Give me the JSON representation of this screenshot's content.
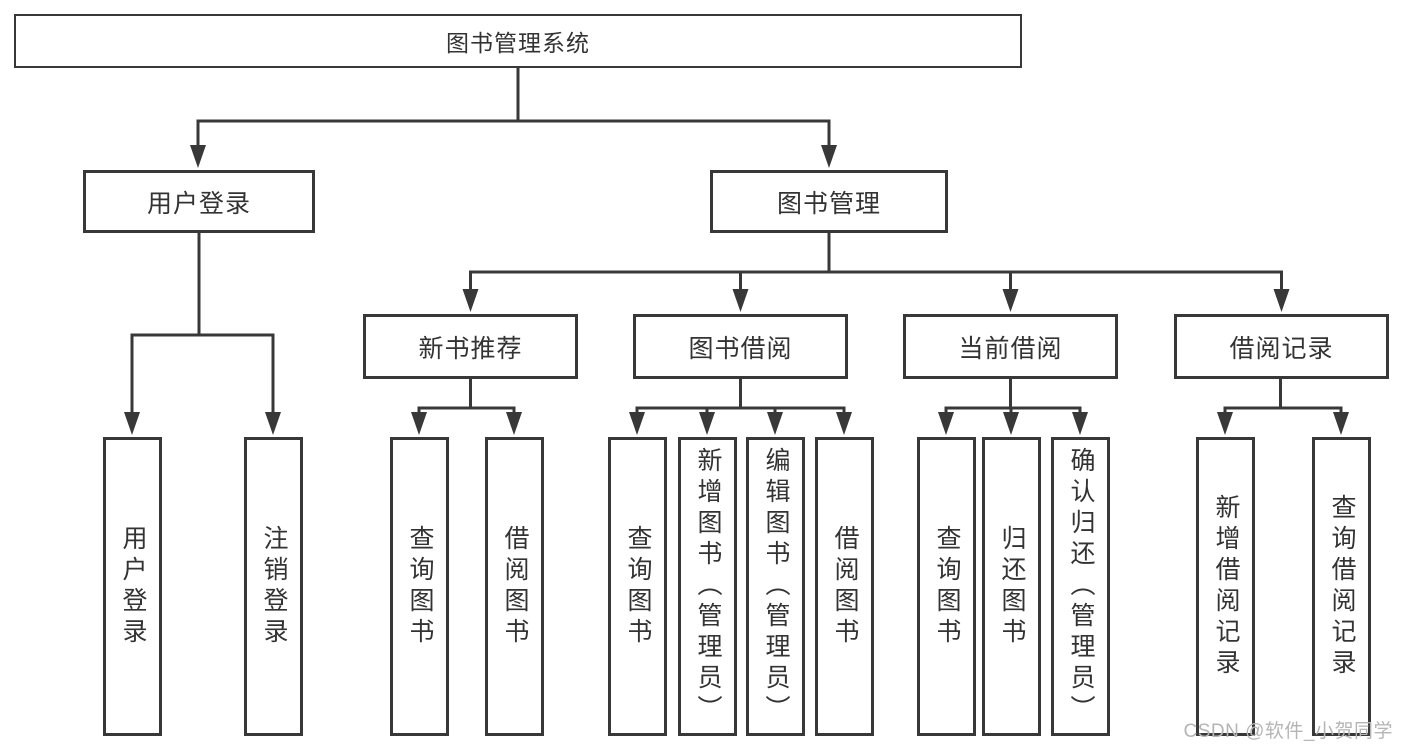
{
  "diagram": {
    "root_label": "图书管理系统",
    "level2": [
      "用户登录",
      "图书管理"
    ],
    "level3": [
      "新书推荐",
      "图书借阅",
      "当前借阅",
      "借阅记录"
    ],
    "level4": [
      "用户登录",
      "注销登录",
      "查询图书",
      "借阅图书",
      "查询图书",
      "新增图书（管理员）",
      "编辑图书（管理员）",
      "借阅图书",
      "查询图书",
      "归还图书",
      "确认归还（管理员）",
      "新增借阅记录",
      "查询借阅记录"
    ],
    "colors": {
      "line": "#383838",
      "text": "#333333",
      "background": "#ffffff",
      "watermark": "#b5b5b5"
    },
    "watermark": "CSDN @软件_小贺同学"
  }
}
